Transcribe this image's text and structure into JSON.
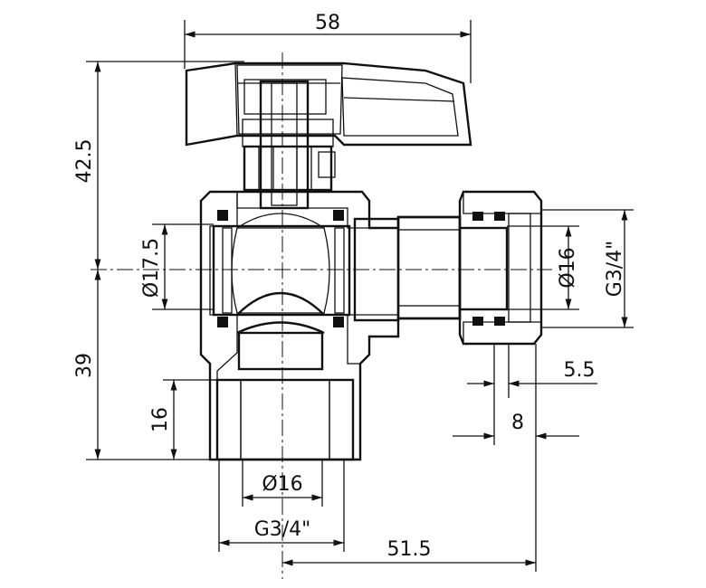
{
  "dimensions": {
    "top_width": "58",
    "height_upper": "42.5",
    "height_lower": "39",
    "inlet_bore": "Ø17.5",
    "thread_length": "16",
    "inlet_inner": "Ø16",
    "inlet_thread": "G3/4\"",
    "outlet_inner": "Ø16",
    "outlet_thread": "G3/4\"",
    "nut_offset": "5.5",
    "nut_width": "8",
    "horizontal_length": "51.5"
  }
}
